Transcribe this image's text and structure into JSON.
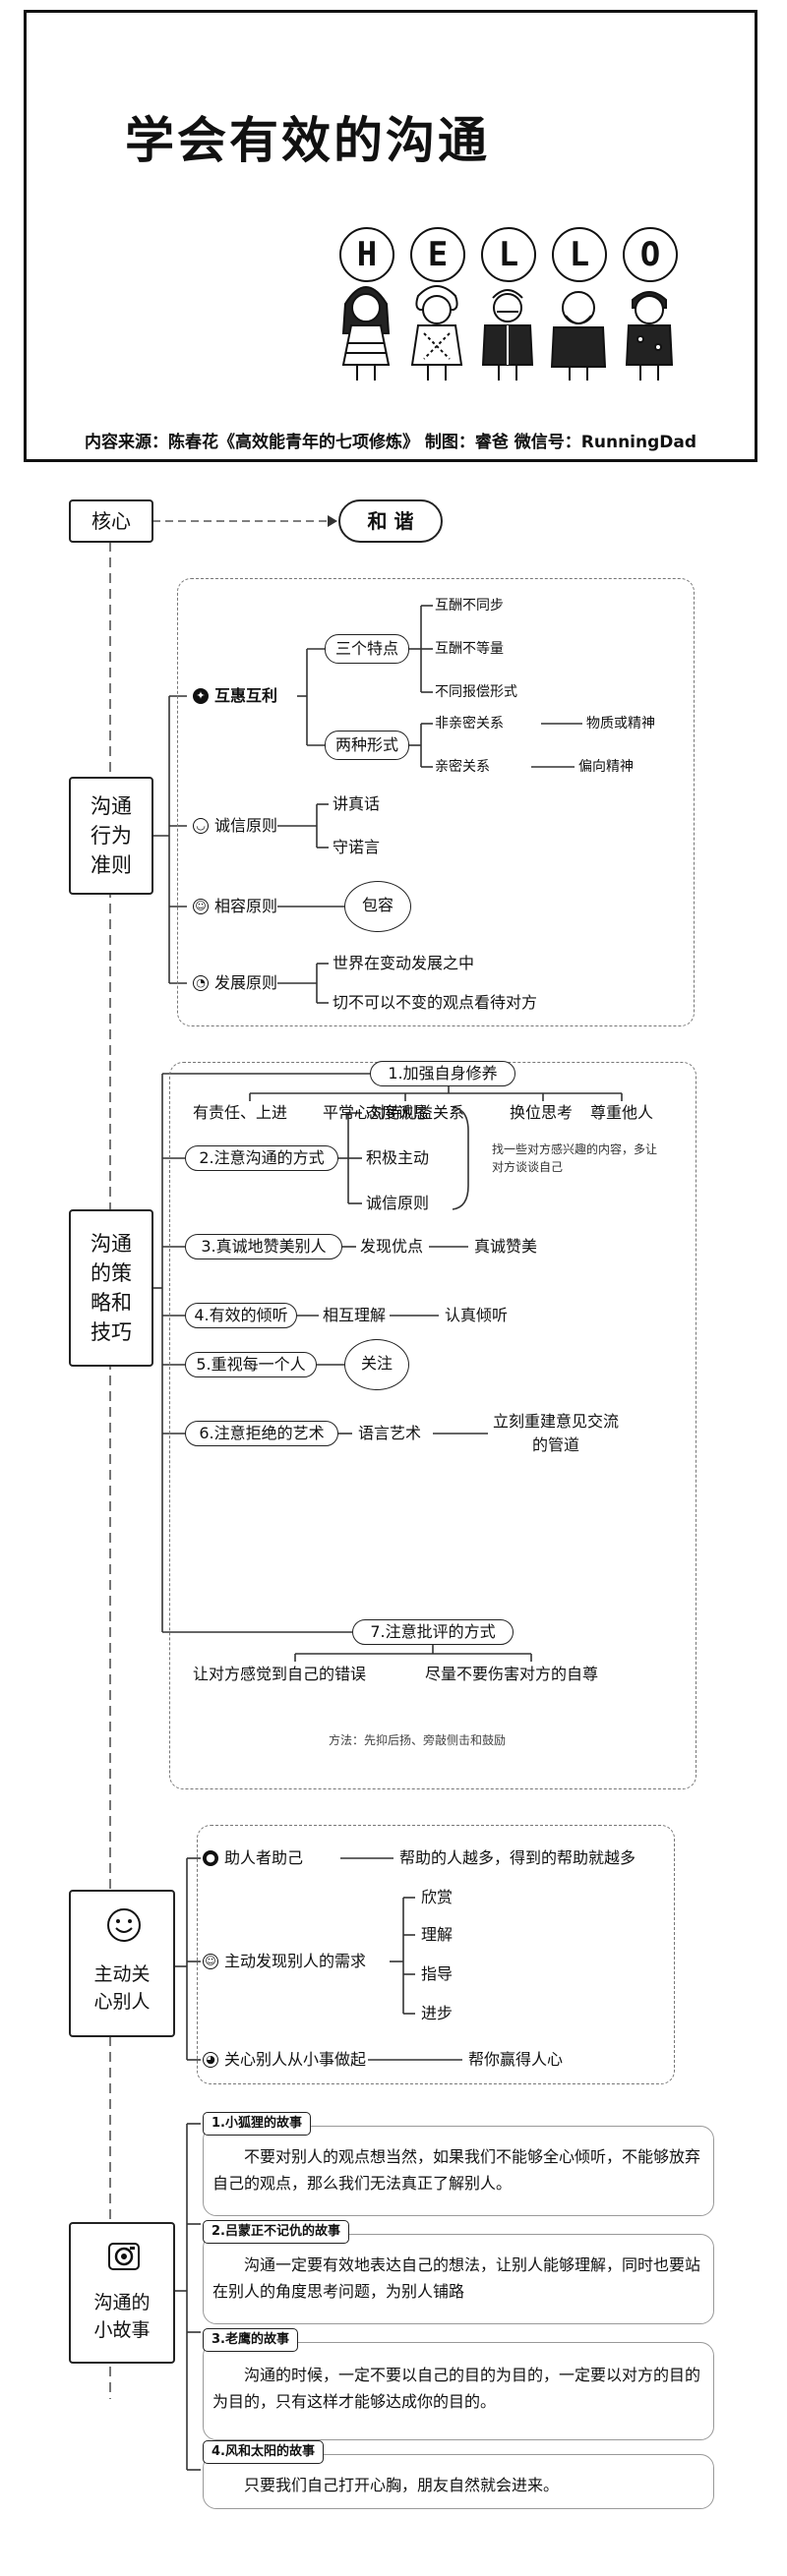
{
  "header": {
    "title": "学会有效的沟通",
    "hello_letters": [
      "H",
      "E",
      "L",
      "L",
      "O"
    ],
    "credit": "内容来源：陈春花《高效能青年的七项修炼》 制图：睿爸  微信号：RunningDad"
  },
  "core": {
    "label": "核心",
    "value": "和 谐"
  },
  "principles": {
    "label": "沟通\n行为\n准则",
    "mutual": {
      "icon": "star-badge-icon",
      "label": "互惠互利",
      "three_features": {
        "label": "三个特点",
        "items": [
          "互酬不同步",
          "互酬不等量",
          "不同报偿形式"
        ]
      },
      "two_forms": {
        "label": "两种形式",
        "items": [
          {
            "name": "非亲密关系",
            "value": "物质或精神"
          },
          {
            "name": "亲密关系",
            "value": "偏向精神"
          }
        ]
      }
    },
    "honesty": {
      "label": "诚信原则",
      "items": [
        "讲真话",
        "守诺言"
      ]
    },
    "tolerance": {
      "label": "相容原则",
      "value": "包容"
    },
    "development": {
      "label": "发展原则",
      "items": [
        "世界在变动发展之中",
        "切不可以不变的观点看待对方"
      ]
    }
  },
  "strategies": {
    "label": "沟通\n的策\n略和\n技巧",
    "s1": {
      "label": "1.加强自身修养",
      "items": [
        "有责任、上进",
        "平常心对待利益关系",
        "换位思考",
        "尊重他人"
      ]
    },
    "s2": {
      "label": "2.注意沟通的方式",
      "items": [
        "态度诚恳",
        "积极主动",
        "诚信原则"
      ],
      "note": "找一些对方感兴趣的内容，多让对方谈谈自己"
    },
    "s3": {
      "label": "3.真诚地赞美别人",
      "mid": "发现优点",
      "end": "真诚赞美"
    },
    "s4": {
      "label": "4.有效的倾听",
      "mid": "相互理解",
      "end": "认真倾听"
    },
    "s5": {
      "label": "5.重视每一个人",
      "end": "关注"
    },
    "s6": {
      "label": "6.注意拒绝的艺术",
      "mid": "语言艺术",
      "end": "立刻重建意见交流的管道"
    },
    "s7": {
      "label": "7.注意批评的方式",
      "items": [
        "让对方感觉到自己的错误",
        "尽量不要伤害对方的自尊"
      ],
      "method": "方法：先抑后扬、旁敲侧击和鼓励"
    }
  },
  "care": {
    "icon": "smiley-face-icon",
    "label": "主动关\n心别人",
    "a": {
      "label": "助人者助己",
      "value": "帮助的人越多，得到的帮助就越多"
    },
    "b": {
      "label": "主动发现别人的需求",
      "items": [
        "欣赏",
        "理解",
        "指导",
        "进步"
      ]
    },
    "c": {
      "label": "关心别人从小事做起",
      "value": "帮你赢得人心"
    }
  },
  "stories": {
    "icon": "camera-icon",
    "label": "沟通的\n小故事",
    "items": [
      {
        "title": "1.小狐狸的故事",
        "text": "不要对别人的观点想当然，如果我们不能够全心倾听，不能够放弃自己的观点，那么我们无法真正了解别人。"
      },
      {
        "title": "2.吕蒙正不记仇的故事",
        "text": "沟通一定要有效地表达自己的想法，让别人能够理解，同时也要站在别人的角度思考问题，为别人铺路"
      },
      {
        "title": "3.老鹰的故事",
        "text": "沟通的时候，一定不要以自己的目的为目的，一定要以对方的目的为目的，只有这样才能够达成你的目的。"
      },
      {
        "title": "4.风和太阳的故事",
        "text": "只要我们自己打开心胸，朋友自然就会进来。"
      }
    ]
  },
  "colors": {
    "ink": "#111111",
    "dash": "#777777",
    "line": "#333333"
  }
}
